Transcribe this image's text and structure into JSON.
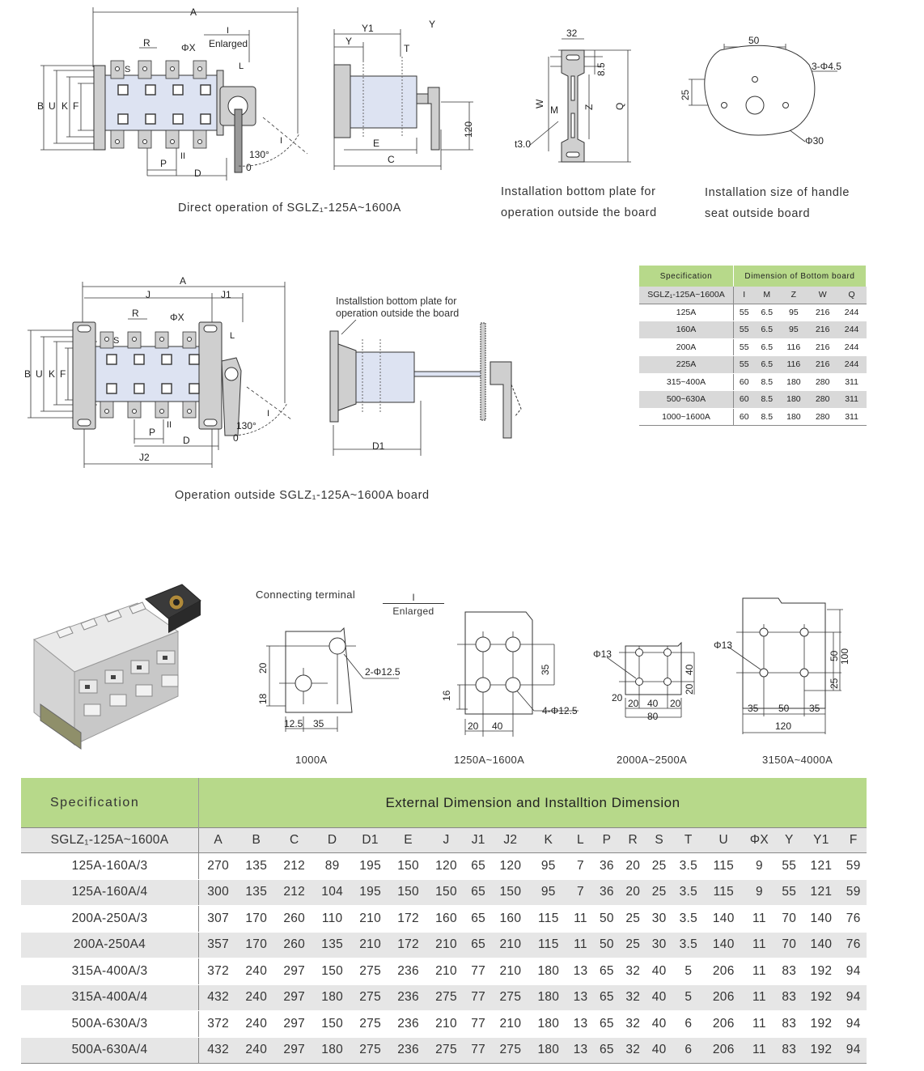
{
  "captions": {
    "direct": "Direct operation of SGLZ₁-125A~1600A",
    "outside_plate": [
      "Installation bottom plate for",
      "operation outside the board"
    ],
    "handle_seat": [
      "Installation size of handle",
      "seat outside board"
    ],
    "outside_op": "Operation outside SGLZ₁-125A~1600A board",
    "install_plate_label": [
      "Installstion bottom plate for",
      "operation outside the board"
    ],
    "connecting_terminal": "Connecting terminal",
    "enlarged_mark": "I",
    "enlarged": "Enlarged"
  },
  "drawing1": {
    "A": "A",
    "I": "I",
    "enlarged": "Enlarged",
    "R": "R",
    "phiX": "ΦX",
    "S": "S",
    "L": "L",
    "B": "B",
    "U": "U",
    "K": "K",
    "F": "F",
    "P": "P",
    "D": "D",
    "II": "II",
    "deg": "130°",
    "zero": "0",
    "I2": "I"
  },
  "drawing2": {
    "Y1": "Y1",
    "Y": "Y",
    "Yb": "Y",
    "T": "T",
    "E": "E",
    "C": "C",
    "h": "120"
  },
  "drawing3": {
    "w": "32",
    "v": "8.5",
    "W": "W",
    "Z": "Z",
    "M": "M",
    "Q": "Q",
    "t": "t3.0"
  },
  "drawing4": {
    "w": "50",
    "h": "25",
    "hole": "3-Φ4.5",
    "center": "Φ30"
  },
  "drawing5": {
    "A": "A",
    "J": "J",
    "J1": "J1",
    "R": "R",
    "phiX": "ΦX",
    "S": "S",
    "L": "L",
    "B": "B",
    "U": "U",
    "K": "K",
    "F": "F",
    "P": "P",
    "D": "D",
    "II": "II",
    "deg": "130°",
    "zero": "0",
    "I": "I",
    "J2": "J2"
  },
  "drawing6": {
    "D1": "D1"
  },
  "terminals": [
    {
      "label": "1000A",
      "dims": {
        "a": "20",
        "b": "18",
        "c": "12.5",
        "d": "35",
        "hole": "2-Φ12.5"
      }
    },
    {
      "label": "1250A~1600A",
      "dims": {
        "a": "35",
        "b": "16",
        "c": "20",
        "d": "40",
        "hole": "4-Φ12.5"
      }
    },
    {
      "label": "2000A~2500A",
      "dims": {
        "phi": "Φ13",
        "a": "40",
        "b": "20",
        "c": "20",
        "d": "20",
        "e": "40",
        "f": "20",
        "g": "80"
      }
    },
    {
      "label": "3150A~4000A",
      "dims": {
        "phi": "Φ13",
        "a": "50",
        "b": "100",
        "c": "25",
        "d": "35",
        "e": "50",
        "f": "35",
        "g": "120"
      }
    }
  ],
  "bottom_board": {
    "spec_header": "Specification",
    "dim_header": "Dimension of Bottom board",
    "columns": [
      "SGLZ₁-125A~1600A",
      "I",
      "M",
      "Z",
      "W",
      "Q"
    ],
    "rows": [
      [
        "125A",
        "55",
        "6.5",
        "95",
        "216",
        "244"
      ],
      [
        "160A",
        "55",
        "6.5",
        "95",
        "216",
        "244"
      ],
      [
        "200A",
        "55",
        "6.5",
        "116",
        "216",
        "244"
      ],
      [
        "225A",
        "55",
        "6.5",
        "116",
        "216",
        "244"
      ],
      [
        "315~400A",
        "60",
        "8.5",
        "180",
        "280",
        "311"
      ],
      [
        "500~630A",
        "60",
        "8.5",
        "180",
        "280",
        "311"
      ],
      [
        "1000~1600A",
        "60",
        "8.5",
        "180",
        "280",
        "311"
      ]
    ]
  },
  "main_table": {
    "spec_header": "Specification",
    "dim_header": "External Dimension and Installtion Dimension",
    "columns": [
      "SGLZ₁-125A~1600A",
      "A",
      "B",
      "C",
      "D",
      "D1",
      "E",
      "J",
      "J1",
      "J2",
      "K",
      "L",
      "P",
      "R",
      "S",
      "T",
      "U",
      "ΦX",
      "Y",
      "Y1",
      "F"
    ],
    "rows": [
      [
        "125A-160A/3",
        "270",
        "135",
        "212",
        "89",
        "195",
        "150",
        "120",
        "65",
        "120",
        "95",
        "7",
        "36",
        "20",
        "25",
        "3.5",
        "115",
        "9",
        "55",
        "121",
        "59"
      ],
      [
        "125A-160A/4",
        "300",
        "135",
        "212",
        "104",
        "195",
        "150",
        "150",
        "65",
        "150",
        "95",
        "7",
        "36",
        "20",
        "25",
        "3.5",
        "115",
        "9",
        "55",
        "121",
        "59"
      ],
      [
        "200A-250A/3",
        "307",
        "170",
        "260",
        "110",
        "210",
        "172",
        "160",
        "65",
        "160",
        "115",
        "11",
        "50",
        "25",
        "30",
        "3.5",
        "140",
        "11",
        "70",
        "140",
        "76"
      ],
      [
        "200A-250A4",
        "357",
        "170",
        "260",
        "135",
        "210",
        "172",
        "210",
        "65",
        "210",
        "115",
        "11",
        "50",
        "25",
        "30",
        "3.5",
        "140",
        "11",
        "70",
        "140",
        "76"
      ],
      [
        "315A-400A/3",
        "372",
        "240",
        "297",
        "150",
        "275",
        "236",
        "210",
        "77",
        "210",
        "180",
        "13",
        "65",
        "32",
        "40",
        "5",
        "206",
        "11",
        "83",
        "192",
        "94"
      ],
      [
        "315A-400A/4",
        "432",
        "240",
        "297",
        "180",
        "275",
        "236",
        "275",
        "77",
        "275",
        "180",
        "13",
        "65",
        "32",
        "40",
        "5",
        "206",
        "11",
        "83",
        "192",
        "94"
      ],
      [
        "500A-630A/3",
        "372",
        "240",
        "297",
        "150",
        "275",
        "236",
        "210",
        "77",
        "210",
        "180",
        "13",
        "65",
        "32",
        "40",
        "6",
        "206",
        "11",
        "83",
        "192",
        "94"
      ],
      [
        "500A-630A/4",
        "432",
        "240",
        "297",
        "180",
        "275",
        "236",
        "275",
        "77",
        "275",
        "180",
        "13",
        "65",
        "32",
        "40",
        "6",
        "206",
        "11",
        "83",
        "192",
        "94"
      ]
    ]
  }
}
